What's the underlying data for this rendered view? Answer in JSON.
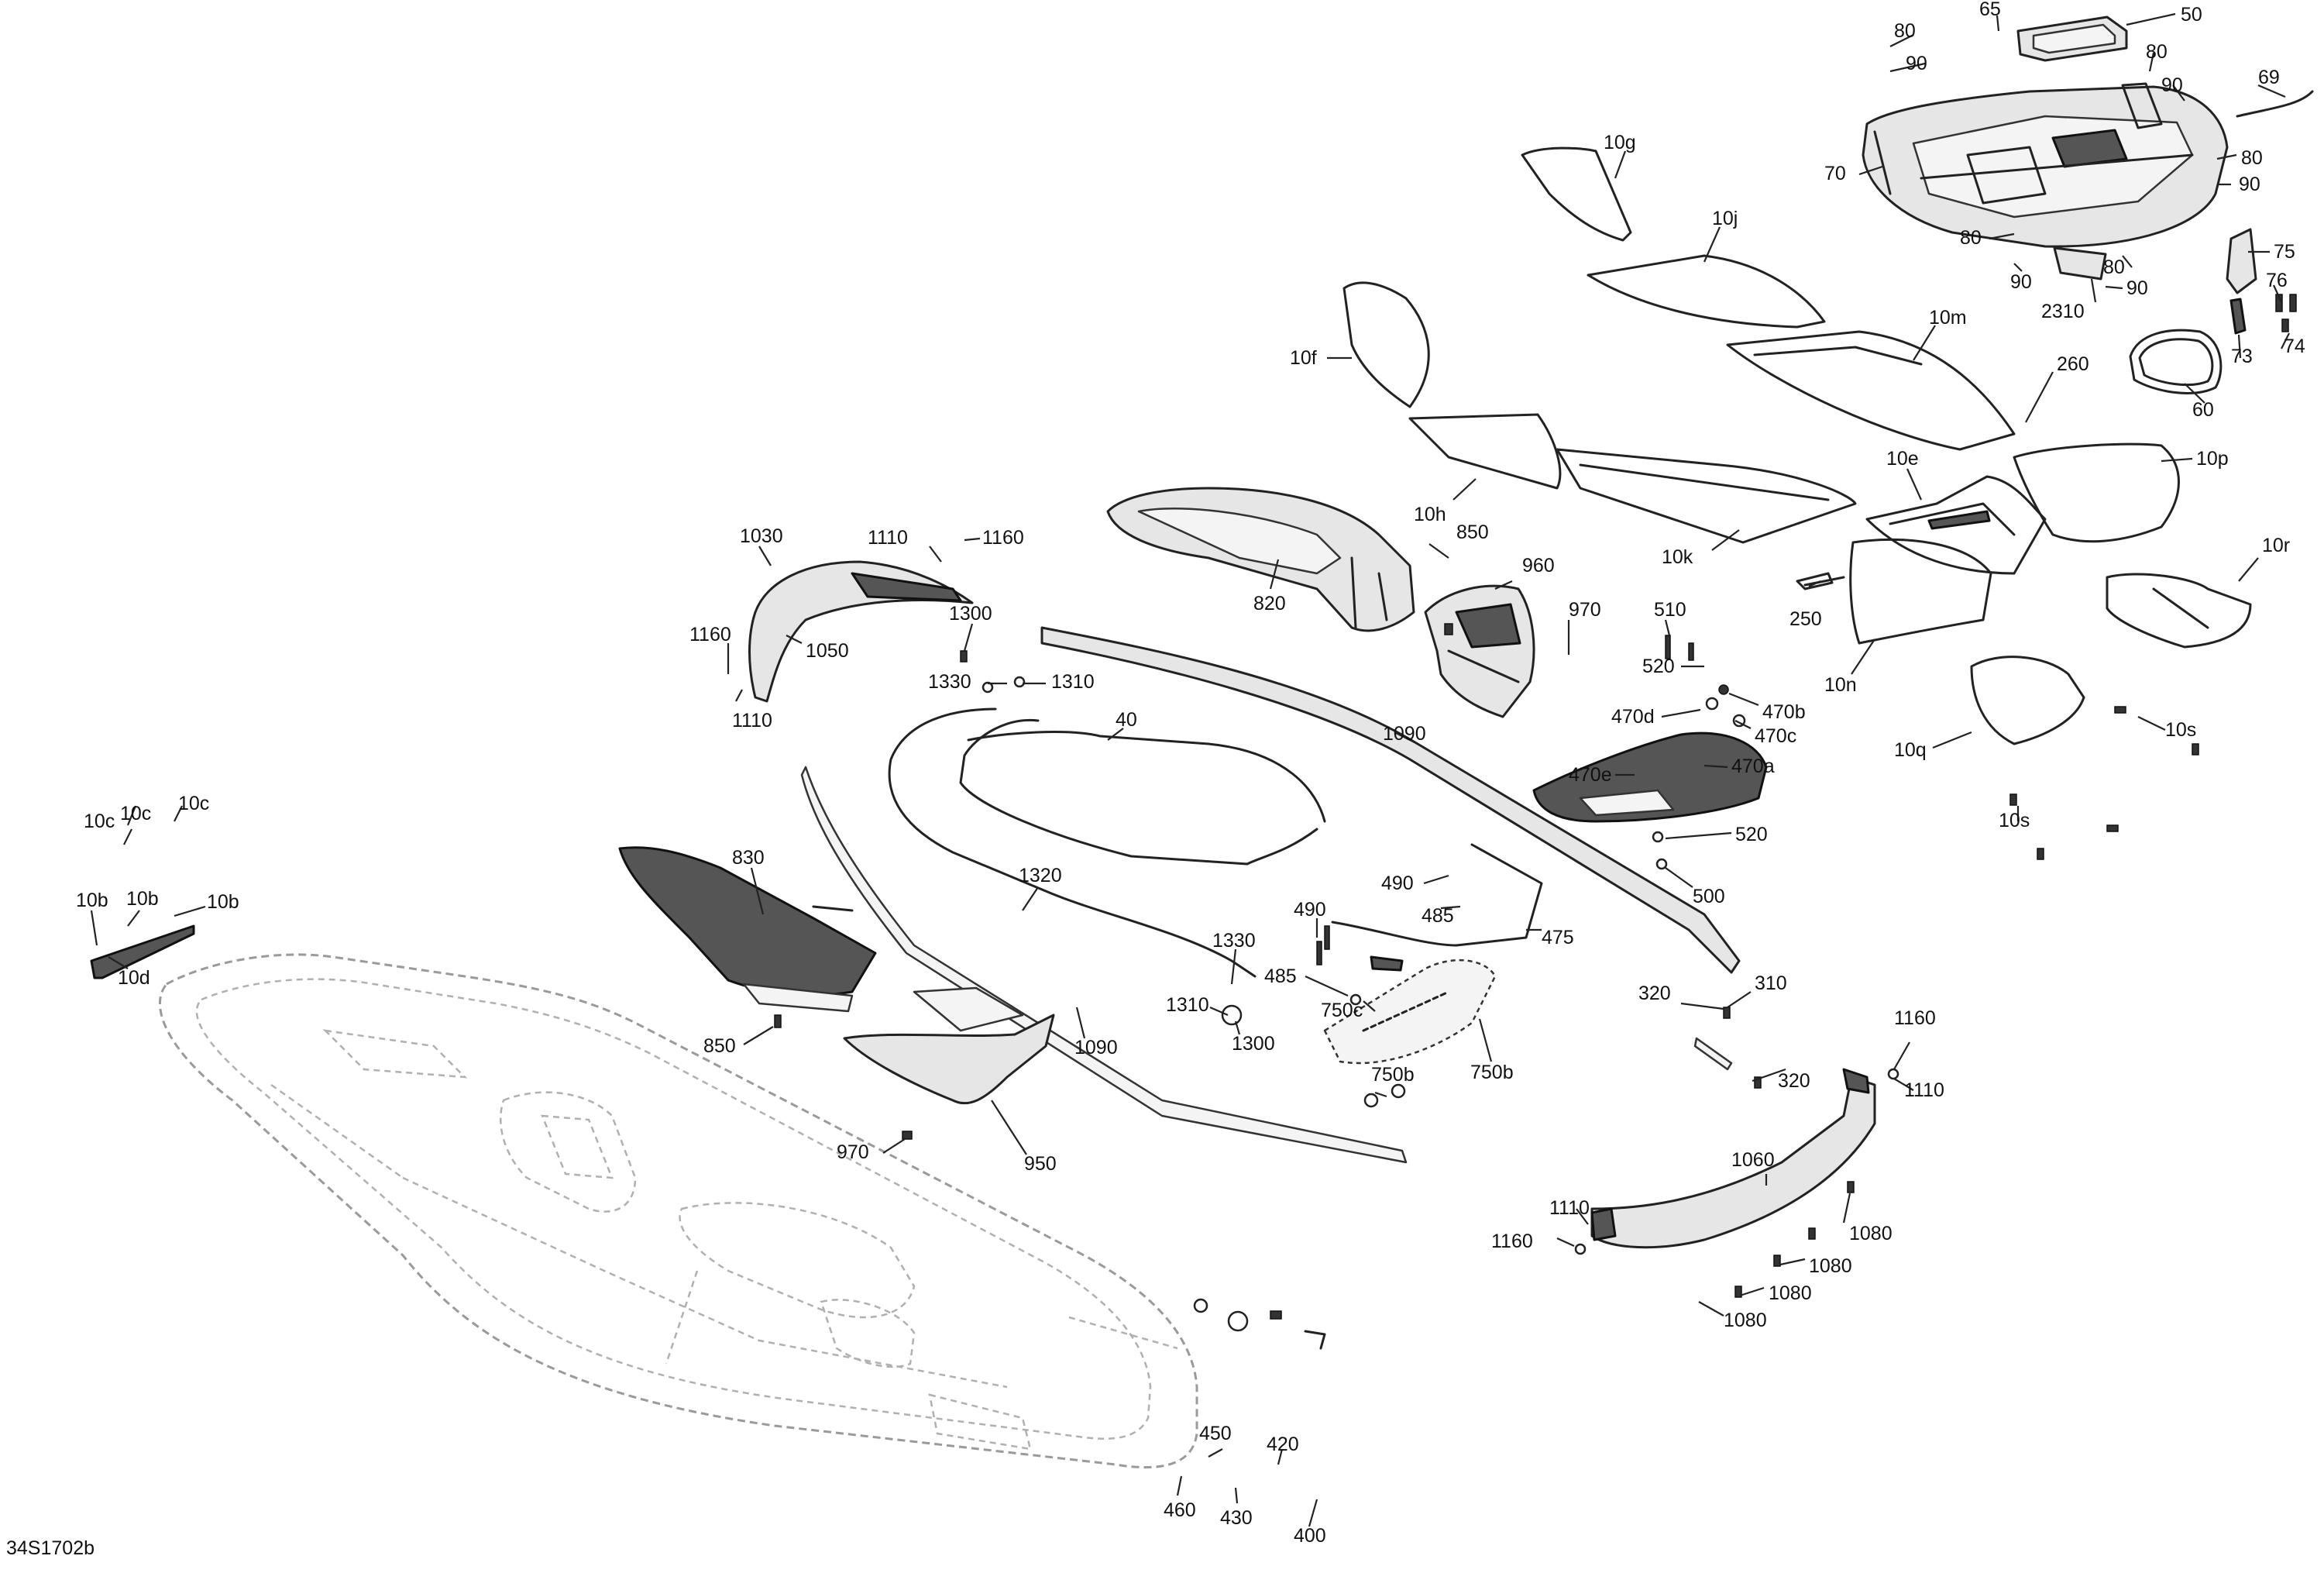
{
  "drawing_ref": "34S1702b",
  "callouts": [
    {
      "id": "c-80a",
      "text": "80"
    },
    {
      "id": "c-65",
      "text": "65"
    },
    {
      "id": "c-50",
      "text": "50"
    },
    {
      "id": "c-90a",
      "text": "90"
    },
    {
      "id": "c-80b",
      "text": "80"
    },
    {
      "id": "c-90b",
      "text": "90"
    },
    {
      "id": "c-69",
      "text": "69"
    },
    {
      "id": "c-80c",
      "text": "80"
    },
    {
      "id": "c-70",
      "text": "70"
    },
    {
      "id": "c-90c",
      "text": "90"
    },
    {
      "id": "c-80d",
      "text": "80"
    },
    {
      "id": "c-75",
      "text": "75"
    },
    {
      "id": "c-80e",
      "text": "80"
    },
    {
      "id": "c-76",
      "text": "76"
    },
    {
      "id": "c-90d",
      "text": "90"
    },
    {
      "id": "c-90e",
      "text": "90"
    },
    {
      "id": "c-2310",
      "text": "2310"
    },
    {
      "id": "c-74",
      "text": "74"
    },
    {
      "id": "c-73",
      "text": "73"
    },
    {
      "id": "c-60",
      "text": "60"
    },
    {
      "id": "c-10g",
      "text": "10g"
    },
    {
      "id": "c-10j",
      "text": "10j"
    },
    {
      "id": "c-10f",
      "text": "10f"
    },
    {
      "id": "c-10m",
      "text": "10m"
    },
    {
      "id": "c-260",
      "text": "260"
    },
    {
      "id": "c-10e",
      "text": "10e"
    },
    {
      "id": "c-10p",
      "text": "10p"
    },
    {
      "id": "c-10h",
      "text": "10h"
    },
    {
      "id": "c-10k",
      "text": "10k"
    },
    {
      "id": "c-10r",
      "text": "10r"
    },
    {
      "id": "c-250",
      "text": "250"
    },
    {
      "id": "c-10n",
      "text": "10n"
    },
    {
      "id": "c-1030",
      "text": "1030"
    },
    {
      "id": "c-1110a",
      "text": "1110"
    },
    {
      "id": "c-1160a",
      "text": "1160"
    },
    {
      "id": "c-850a",
      "text": "850"
    },
    {
      "id": "c-820",
      "text": "820"
    },
    {
      "id": "c-960",
      "text": "960"
    },
    {
      "id": "c-970a",
      "text": "970"
    },
    {
      "id": "c-510",
      "text": "510"
    },
    {
      "id": "c-1160b",
      "text": "1160"
    },
    {
      "id": "c-1050",
      "text": "1050"
    },
    {
      "id": "c-1300a",
      "text": "1300"
    },
    {
      "id": "c-1330a",
      "text": "1330"
    },
    {
      "id": "c-1310a",
      "text": "1310"
    },
    {
      "id": "c-520a",
      "text": "520"
    },
    {
      "id": "c-470b",
      "text": "470b"
    },
    {
      "id": "c-470d",
      "text": "470d"
    },
    {
      "id": "c-470c",
      "text": "470c"
    },
    {
      "id": "c-1110b",
      "text": "1110"
    },
    {
      "id": "c-40",
      "text": "40"
    },
    {
      "id": "c-1090a",
      "text": "1090"
    },
    {
      "id": "c-470a",
      "text": "470a"
    },
    {
      "id": "c-470e",
      "text": "470e"
    },
    {
      "id": "c-10q",
      "text": "10q"
    },
    {
      "id": "c-10s-a",
      "text": "10s"
    },
    {
      "id": "c-10c-a",
      "text": "10c"
    },
    {
      "id": "c-10c-b",
      "text": "10c"
    },
    {
      "id": "c-10c-c",
      "text": "10c"
    },
    {
      "id": "c-520b",
      "text": "520"
    },
    {
      "id": "c-10s-b",
      "text": "10s"
    },
    {
      "id": "c-830",
      "text": "830"
    },
    {
      "id": "c-10b-a",
      "text": "10b"
    },
    {
      "id": "c-10b-b",
      "text": "10b"
    },
    {
      "id": "c-10b-c",
      "text": "10b"
    },
    {
      "id": "c-500",
      "text": "500"
    },
    {
      "id": "c-490a",
      "text": "490"
    },
    {
      "id": "c-485a",
      "text": "485"
    },
    {
      "id": "c-1320",
      "text": "1320"
    },
    {
      "id": "c-10d",
      "text": "10d"
    },
    {
      "id": "c-490b",
      "text": "490"
    },
    {
      "id": "c-475",
      "text": "475"
    },
    {
      "id": "c-1330b",
      "text": "1330"
    },
    {
      "id": "c-310",
      "text": "310"
    },
    {
      "id": "c-485b",
      "text": "485"
    },
    {
      "id": "c-320a",
      "text": "320"
    },
    {
      "id": "c-1310b",
      "text": "1310"
    },
    {
      "id": "c-750c",
      "text": "750c"
    },
    {
      "id": "c-1160c",
      "text": "1160"
    },
    {
      "id": "c-850b",
      "text": "850"
    },
    {
      "id": "c-1300b",
      "text": "1300"
    },
    {
      "id": "c-1090b",
      "text": "1090"
    },
    {
      "id": "c-750b-a",
      "text": "750b"
    },
    {
      "id": "c-320b",
      "text": "320"
    },
    {
      "id": "c-1110c",
      "text": "1110"
    },
    {
      "id": "c-750b-b",
      "text": "750b"
    },
    {
      "id": "c-970b",
      "text": "970"
    },
    {
      "id": "c-950",
      "text": "950"
    },
    {
      "id": "c-1060",
      "text": "1060"
    },
    {
      "id": "c-1080a",
      "text": "1080"
    },
    {
      "id": "c-1110d",
      "text": "1110"
    },
    {
      "id": "c-1160d",
      "text": "1160"
    },
    {
      "id": "c-1080b",
      "text": "1080"
    },
    {
      "id": "c-1080c",
      "text": "1080"
    },
    {
      "id": "c-1080d",
      "text": "1080"
    },
    {
      "id": "c-450",
      "text": "450"
    },
    {
      "id": "c-420",
      "text": "420"
    },
    {
      "id": "c-460",
      "text": "460"
    },
    {
      "id": "c-430",
      "text": "430"
    },
    {
      "id": "c-400",
      "text": "400"
    }
  ]
}
